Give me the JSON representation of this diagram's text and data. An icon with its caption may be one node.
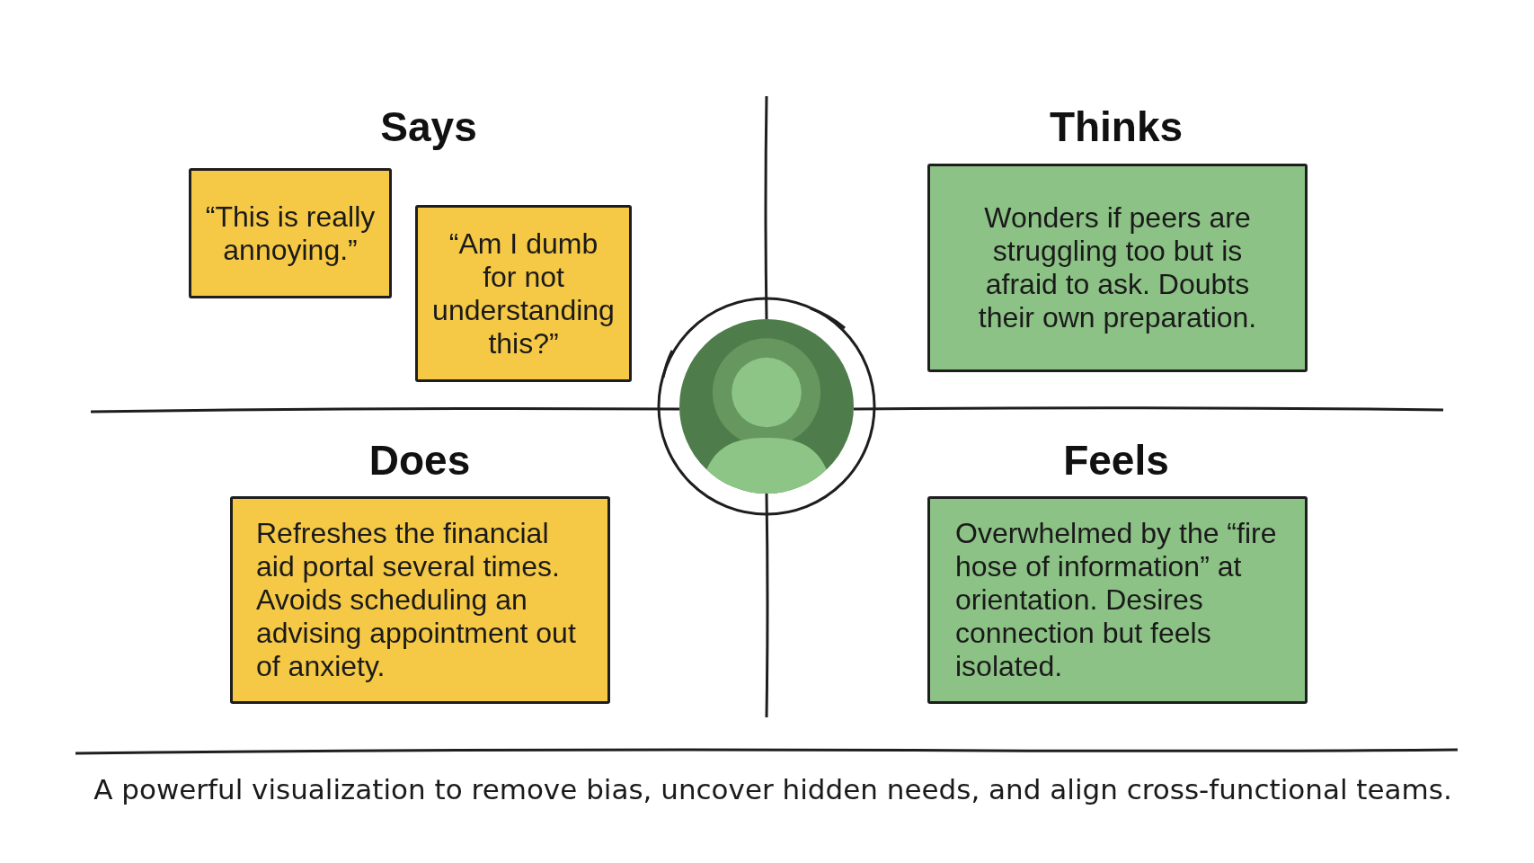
{
  "diagram": {
    "caption": "A powerful visualization to remove bias, uncover hidden needs, and align cross-functional teams.",
    "nodes": [
      {
        "text": [
          "Says"
        ]
      },
      {
        "text": [
          "“This is really annoying.”"
        ],
        "in": 0
      },
      {
        "text": [
          "“Am I dumb for not understanding this?”"
        ],
        "in": 0
      },
      {
        "text": [
          "Thinks"
        ]
      },
      {
        "text": [
          "Wonders if peers are struggling too but is afraid to ask. Doubts their own preparation."
        ],
        "in": 3
      },
      {
        "text": [],
        "shape": "person"
      },
      {
        "text": [
          "Does"
        ]
      },
      {
        "text": [
          "Refreshes the financial aid portal several times. Avoids scheduling an advising appointment out of anxiety."
        ],
        "in": 6
      },
      {
        "text": [
          "Feels"
        ]
      },
      {
        "text": [
          "Overwhelmed by the “fire hose of information” at orientation. Desires connection but feels isolated."
        ],
        "in": 8
      }
    ]
  }
}
